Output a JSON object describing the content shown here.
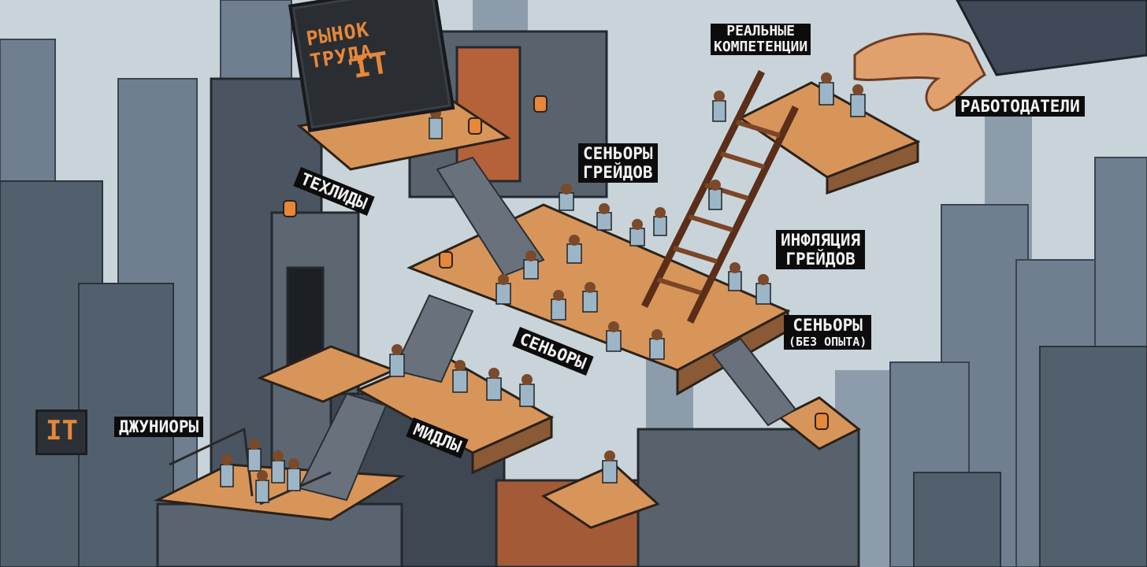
{
  "sign": {
    "line1": "РЫНОК ТРУДА",
    "line2": "IT"
  },
  "building_sign": "IT",
  "labels": {
    "techleads": "ТЕХЛИДЫ",
    "seniors": "СЕНЬОРЫ",
    "middles": "МИДЛЫ",
    "juniors": "ДЖУНИОРЫ",
    "grade_seniors": [
      "СЕНЬОРЫ",
      "ГРЕЙДОВ"
    ],
    "real_skills": [
      "РЕАЛЬНЫЕ",
      "КОМПЕТЕНЦИИ"
    ],
    "employers": "РАБОТОДАТЕЛИ",
    "grade_inflation": [
      "ИНФЛЯЦИЯ",
      "ГРЕЙДОВ"
    ],
    "seniors_no_exp": [
      "СЕНЬОРЫ",
      "(БЕЗ ОПЫТА)"
    ]
  },
  "colors": {
    "sky": "#c9d3da",
    "building": "#4b5866",
    "platform": "#d8955a",
    "accent": "#e6873a"
  }
}
